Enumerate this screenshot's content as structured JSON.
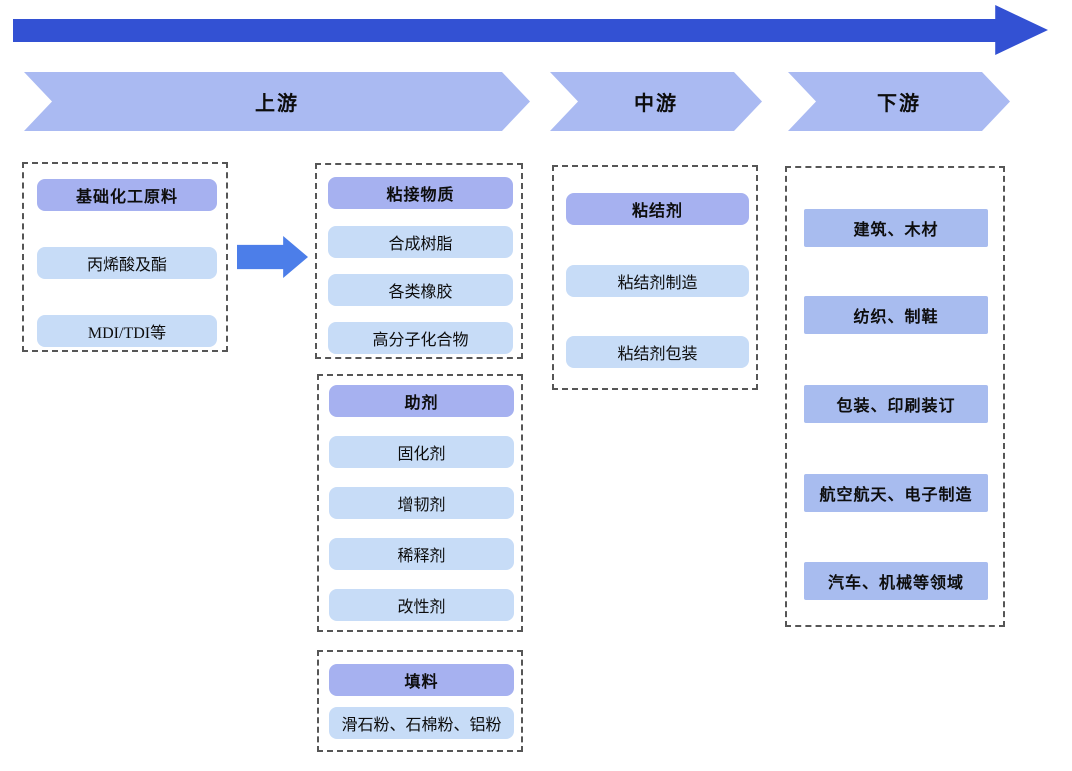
{
  "diagram": {
    "stages": [
      {
        "label": "上游"
      },
      {
        "label": "中游"
      },
      {
        "label": "下游"
      }
    ],
    "upstream": {
      "raw_materials": {
        "header": "基础化工原料",
        "items": [
          "丙烯酸及酯",
          "MDI/TDI等"
        ]
      },
      "bonding_substances": {
        "header": "粘接物质",
        "items": [
          "合成树脂",
          "各类橡胶",
          "高分子化合物"
        ]
      },
      "additives": {
        "header": "助剂",
        "items": [
          "固化剂",
          "增韧剂",
          "稀释剂",
          "改性剂"
        ]
      },
      "fillers": {
        "header": "填料",
        "items": [
          "滑石粉、石棉粉、铝粉"
        ]
      }
    },
    "midstream": {
      "header": "粘结剂",
      "items": [
        "粘结剂制造",
        "粘结剂包装"
      ]
    },
    "downstream": {
      "items": [
        "建筑、木材",
        "纺织、制鞋",
        "包装、印刷装订",
        "航空航天、电子制造",
        "汽车、机械等领域"
      ]
    },
    "icons": {
      "top_arrow": "right-flow-arrow",
      "connector": "right-block-arrow"
    },
    "colors": {
      "top_arrow": "#3351D3",
      "connector_arrow": "#4C7EE9",
      "chevron": "#AABAF2",
      "header_box": "#A6B1F0",
      "item_box": "#C7DCF7",
      "downstream_box": "#A8BCEF"
    }
  }
}
